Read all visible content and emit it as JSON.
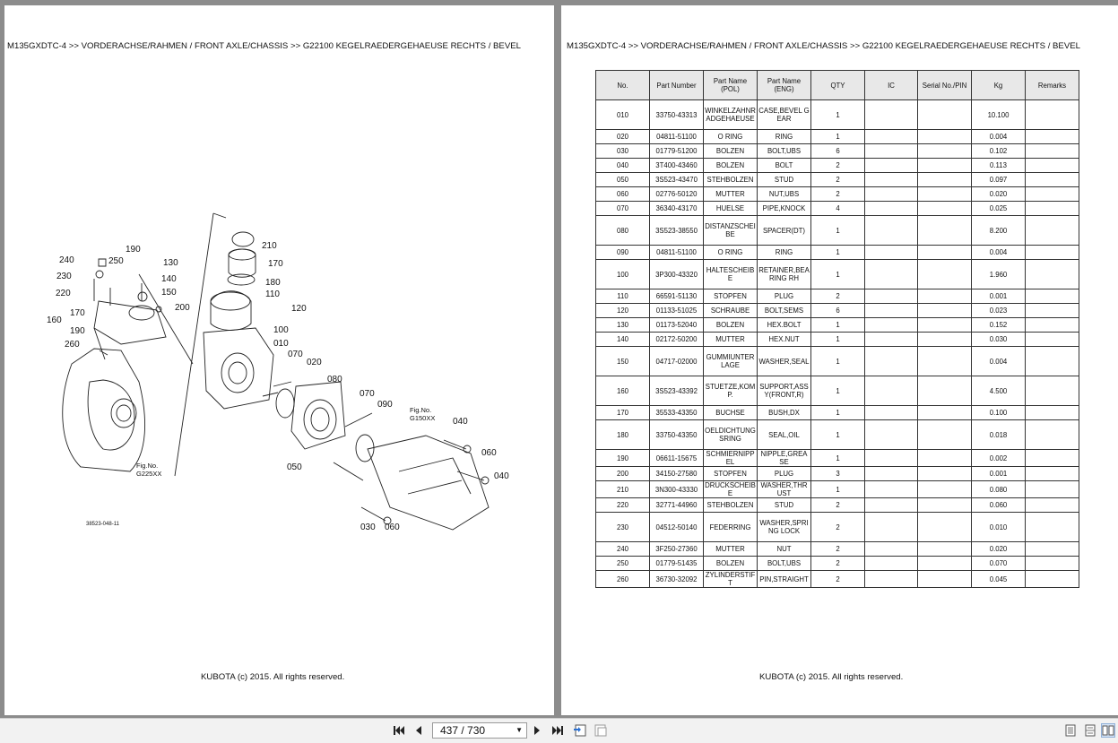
{
  "breadcrumb": "M135GXDTC-4 >> VORDERACHSE/RAHMEN / FRONT AXLE/CHASSIS >> G22100    KEGELRAEDERGEHAEUSE RECHTS / BEVEL",
  "footer": "KUBOTA (c) 2015. All rights reserved.",
  "diagram": {
    "drawing_number": "38523-048-11",
    "fig_labels": [
      {
        "id": "g225",
        "l1": "Fig.No.",
        "l2": "G225XX"
      },
      {
        "id": "g150",
        "l1": "Fig.No.",
        "l2": "G150XX"
      }
    ],
    "callouts": [
      "210",
      "170",
      "180",
      "110",
      "120",
      "100",
      "010",
      "070",
      "020",
      "080",
      "070",
      "090",
      "040",
      "060",
      "040",
      "050",
      "030",
      "060",
      "190",
      "130",
      "140",
      "150",
      "200",
      "240",
      "250",
      "230",
      "220",
      "170",
      "190",
      "160",
      "260"
    ]
  },
  "table": {
    "headers": [
      "No.",
      "Part Number",
      "Part Name (POL)",
      "Part Name (ENG)",
      "QTY",
      "IC",
      "Serial No./PIN",
      "Kg",
      "Remarks"
    ],
    "rows": [
      [
        "010",
        "33750-43313",
        "WINKELZAHNRADGEHAEUSE",
        "CASE,BEVEL GEAR",
        "1",
        "",
        "",
        "10.100",
        ""
      ],
      [
        "020",
        "04811-51100",
        "O RING",
        "RING",
        "1",
        "",
        "",
        "0.004",
        ""
      ],
      [
        "030",
        "01779-51200",
        "BOLZEN",
        "BOLT,UBS",
        "6",
        "",
        "",
        "0.102",
        ""
      ],
      [
        "040",
        "3T400-43460",
        "BOLZEN",
        "BOLT",
        "2",
        "",
        "",
        "0.113",
        ""
      ],
      [
        "050",
        "3S523-43470",
        "STEHBOLZEN",
        "STUD",
        "2",
        "",
        "",
        "0.097",
        ""
      ],
      [
        "060",
        "02776-50120",
        "MUTTER",
        "NUT,UBS",
        "2",
        "",
        "",
        "0.020",
        ""
      ],
      [
        "070",
        "36340-43170",
        "HUELSE",
        "PIPE,KNOCK",
        "4",
        "",
        "",
        "0.025",
        ""
      ],
      [
        "080",
        "3S523-38550",
        "DISTANZSCHEIBE",
        "SPACER(DT)",
        "1",
        "",
        "",
        "8.200",
        ""
      ],
      [
        "090",
        "04811-51100",
        "O RING",
        "RING",
        "1",
        "",
        "",
        "0.004",
        ""
      ],
      [
        "100",
        "3P300-43320",
        "HALTESCHEIBE",
        "RETAINER,BEARING RH",
        "1",
        "",
        "",
        "1.960",
        ""
      ],
      [
        "110",
        "66591-51130",
        "STOPFEN",
        "PLUG",
        "2",
        "",
        "",
        "0.001",
        ""
      ],
      [
        "120",
        "01133-51025",
        "SCHRAUBE",
        "BOLT,SEMS",
        "6",
        "",
        "",
        "0.023",
        ""
      ],
      [
        "130",
        "01173-52040",
        "BOLZEN",
        "HEX.BOLT",
        "1",
        "",
        "",
        "0.152",
        ""
      ],
      [
        "140",
        "02172-50200",
        "MUTTER",
        "HEX.NUT",
        "1",
        "",
        "",
        "0.030",
        ""
      ],
      [
        "150",
        "04717-02000",
        "GUMMIUNTERLAGE",
        "WASHER,SEAL",
        "1",
        "",
        "",
        "0.004",
        ""
      ],
      [
        "160",
        "3S523-43392",
        "STUETZE,KOMP.",
        "SUPPORT,ASSY(FRONT,R)",
        "1",
        "",
        "",
        "4.500",
        ""
      ],
      [
        "170",
        "35533-43350",
        "BUCHSE",
        "BUSH,DX",
        "1",
        "",
        "",
        "0.100",
        ""
      ],
      [
        "180",
        "33750-43350",
        "OELDICHTUNGSRING",
        "SEAL,OIL",
        "1",
        "",
        "",
        "0.018",
        ""
      ],
      [
        "190",
        "06611-15675",
        "SCHMIERNIPPEL",
        "NIPPLE,GREASE",
        "1",
        "",
        "",
        "0.002",
        ""
      ],
      [
        "200",
        "34150-27580",
        "STOPFEN",
        "PLUG",
        "3",
        "",
        "",
        "0.001",
        ""
      ],
      [
        "210",
        "3N300-43330",
        "DRUCKSCHEIBE",
        "WASHER,THRUST",
        "1",
        "",
        "",
        "0.080",
        ""
      ],
      [
        "220",
        "32771-44960",
        "STEHBOLZEN",
        "STUD",
        "2",
        "",
        "",
        "0.060",
        ""
      ],
      [
        "230",
        "04512-50140",
        "FEDERRING",
        "WASHER,SPRING LOCK",
        "2",
        "",
        "",
        "0.010",
        ""
      ],
      [
        "240",
        "3F250-27360",
        "MUTTER",
        "NUT",
        "2",
        "",
        "",
        "0.020",
        ""
      ],
      [
        "250",
        "01779-51435",
        "BOLZEN",
        "BOLT,UBS",
        "2",
        "",
        "",
        "0.070",
        ""
      ],
      [
        "260",
        "36730-32092",
        "ZYLINDERSTIFT",
        "PIN,STRAIGHT",
        "2",
        "",
        "",
        "0.045",
        ""
      ]
    ]
  },
  "toolbar": {
    "page_indicator": "437 / 730",
    "icons": [
      "first-page-icon",
      "prev-page-icon",
      "next-page-icon",
      "last-page-icon",
      "single-page-view-icon",
      "two-page-view-icon",
      "continuous-view-icon",
      "facing-view-icon",
      "grid-view-icon"
    ]
  }
}
